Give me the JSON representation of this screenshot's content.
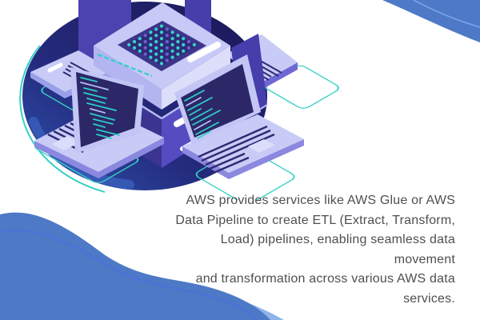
{
  "description": {
    "lines": [
      "AWS provides services like AWS Glue or AWS",
      "Data Pipeline to create ETL (Extract, Transform,",
      "Load) pipelines, enabling seamless data movement",
      "and transformation across various AWS data services."
    ]
  },
  "illustration": {
    "name": "isometric-data-center-illustration",
    "depicts": "central server cube with dot matrix surrounded by four laptops showing code"
  },
  "colors": {
    "wave_blue": "#4e79c6",
    "wave_light_blue": "#8fb4ea",
    "wave_line_blue": "#5d7fe4",
    "circle_navy": "#1d1b5e",
    "circle_blue": "#2e55b2",
    "teal_accent": "#36d1c6",
    "indigo_panel": "#4b43af",
    "lavender": "#c9cbf7",
    "screen_navy": "#2c2868",
    "text_gray": "#4f4f4f"
  }
}
